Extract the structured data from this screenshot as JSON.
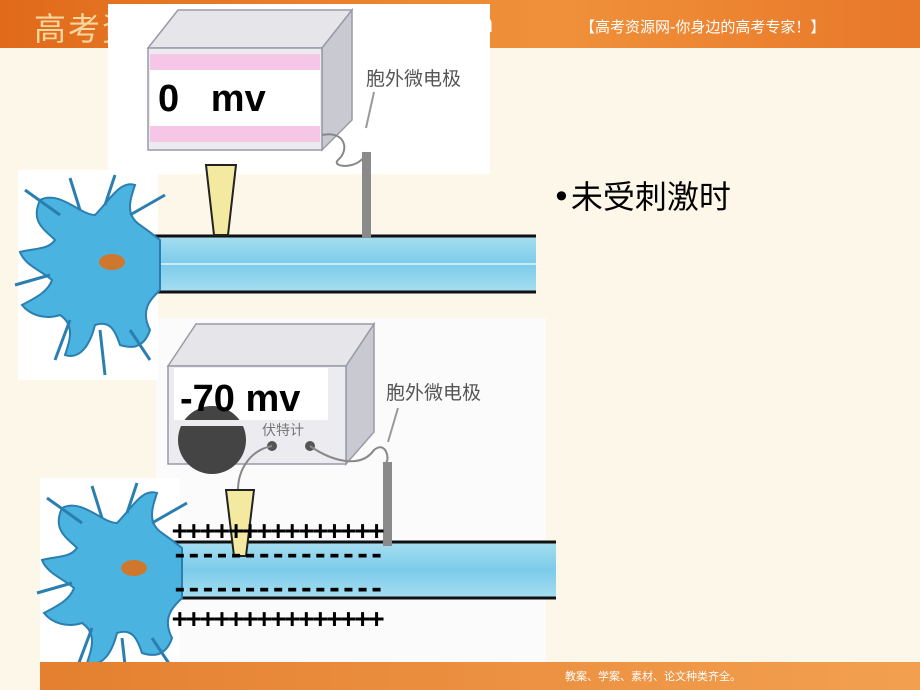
{
  "header": {
    "logo_text": "高考资源网",
    "logo_suffix": "m",
    "slogan": "【高考资源网-你身边的高考专家！】"
  },
  "footer": {
    "text": "教案、学案、素材、论文种类齐全。"
  },
  "top_panel": {
    "reading": "0   mv",
    "electrode_label": "胞外微电极"
  },
  "bottom_panel": {
    "reading": "-70 mv",
    "electrode_label": "胞外微电极",
    "device_text": "伏特计",
    "outer_charges": "+++++++++++++++",
    "inner_charges": "---------------"
  },
  "bullet": {
    "text": "•未受刺激时"
  },
  "colors": {
    "axon_fill": "#8fd4ec",
    "neuron_body": "#3fa6d8",
    "nucleus": "#d0772e",
    "highlight": "#f5c6e6",
    "probe": "#f3e9a0",
    "banner": "#e8782a"
  }
}
